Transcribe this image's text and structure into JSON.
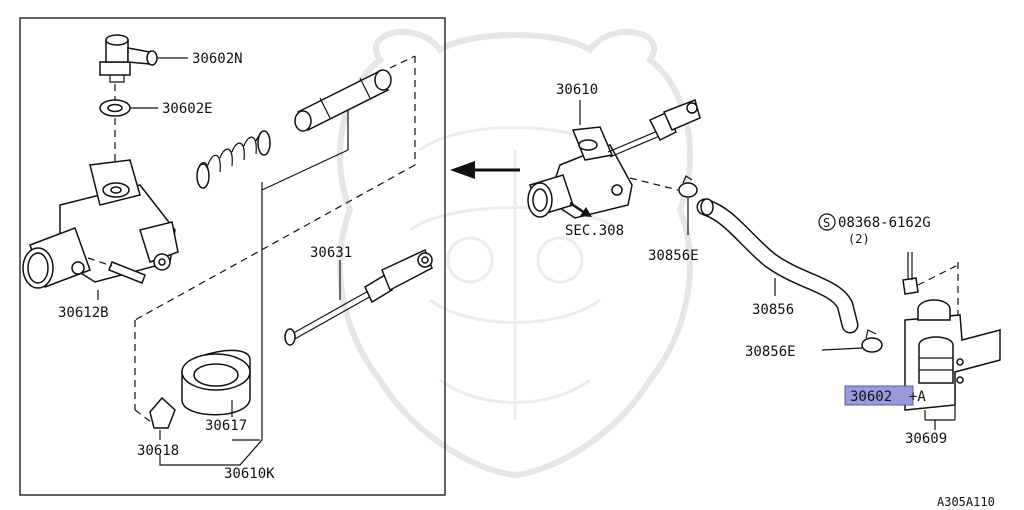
{
  "figure_id": "A305A110",
  "labels": {
    "p30602N": "30602N",
    "p30602E": "30602E",
    "p30612B": "30612B",
    "p30631": "30631",
    "p30617": "30617",
    "p30618": "30618",
    "p30610K": "30610K",
    "p30610": "30610",
    "sec308": "SEC.308",
    "p30856E_top": "30856E",
    "p30856": "30856",
    "p30856E_bottom": "30856E",
    "bolt_code": "08368-6162G",
    "bolt_qty": "(2)",
    "bolt_symbol": "S",
    "p30602A_main": "30602",
    "p30602A_suffix": "+A",
    "p30609": "30609"
  },
  "colors": {
    "highlight": "#9999dd",
    "ink": "#111111",
    "watermark": "#e6e6e6"
  }
}
